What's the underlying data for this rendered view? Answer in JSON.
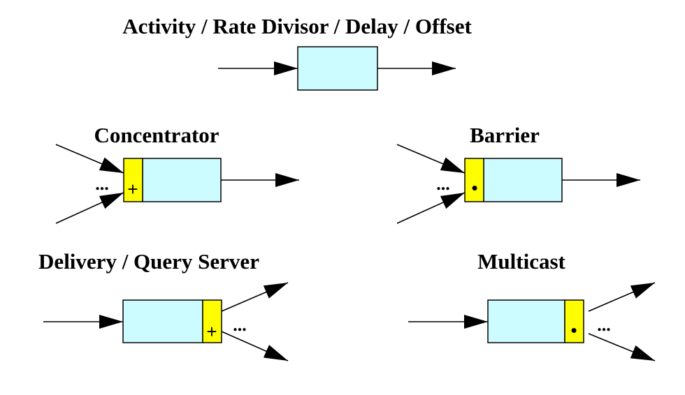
{
  "colors": {
    "node_fill": "#ccfcff",
    "port_fill": "#fefe00",
    "stroke": "#000000",
    "background": "#ffffff"
  },
  "diagram": {
    "activity": {
      "title": "Activity / Rate Divisor / Delay / Offset"
    },
    "concentrator": {
      "title": "Concentrator",
      "port_symbol": "+",
      "ellipsis": "..."
    },
    "barrier": {
      "title": "Barrier",
      "port_symbol": "•",
      "ellipsis": "..."
    },
    "delivery": {
      "title": "Delivery / Query Server",
      "port_symbol": "+",
      "ellipsis": "..."
    },
    "multicast": {
      "title": "Multicast",
      "port_symbol": "•",
      "ellipsis": "..."
    }
  }
}
